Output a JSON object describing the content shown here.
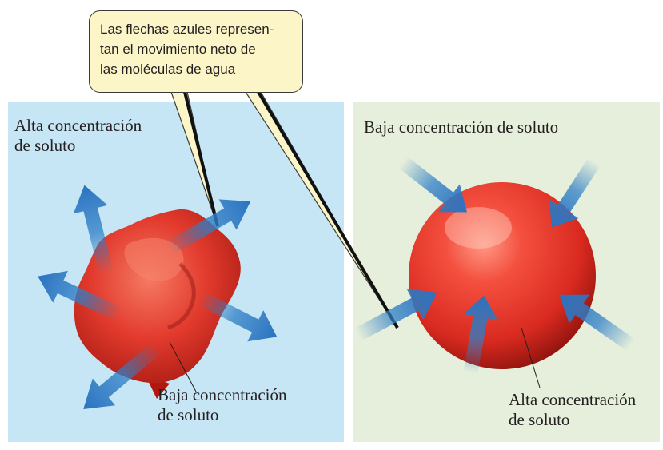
{
  "callout": {
    "line1": "Las flechas azules represen-",
    "line2": "tan el movimiento neto de",
    "line3": "las moléculas de agua"
  },
  "left_panel": {
    "label_top_line1": "Alta concentración",
    "label_top_line2": "de soluto",
    "label_bottom_line1": "Baja concentración",
    "label_bottom_line2": "de soluto"
  },
  "right_panel": {
    "label_top": "Baja concentración de soluto",
    "label_bottom_line1": "Alta concentración",
    "label_bottom_line2": "de soluto"
  },
  "colors": {
    "left_background": "#c7e6f5",
    "right_background": "#e6efdc",
    "callout_background": "#fcf5c8",
    "cell": "#e8322a",
    "arrow": "#2f7fc6"
  }
}
